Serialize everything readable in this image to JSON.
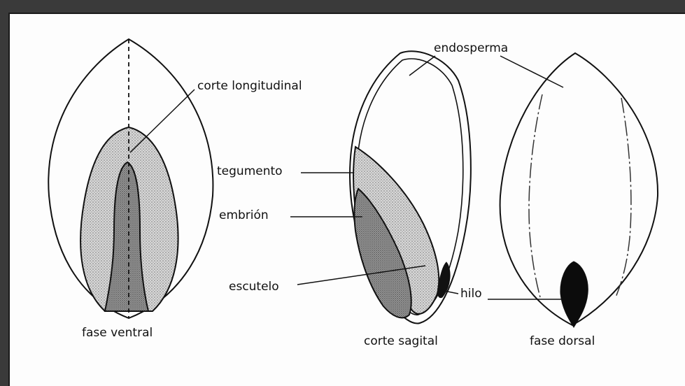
{
  "labels": {
    "corte_longitudinal": "corte longitudinal",
    "endosperma": "endosperma",
    "tegumento": "tegumento",
    "embrion": "embrión",
    "escutelo": "escutelo",
    "hilo": "hilo",
    "fase_ventral": "fase ventral",
    "corte_sagital": "corte sagital",
    "fase_dorsal": "fase dorsal"
  },
  "colors": {
    "frame": "#3a3a3a",
    "background": "#fdfdfd",
    "ink": "#111111",
    "stipple_light": "#cfcfcf",
    "stipple_dark": "#8e8e8e"
  }
}
